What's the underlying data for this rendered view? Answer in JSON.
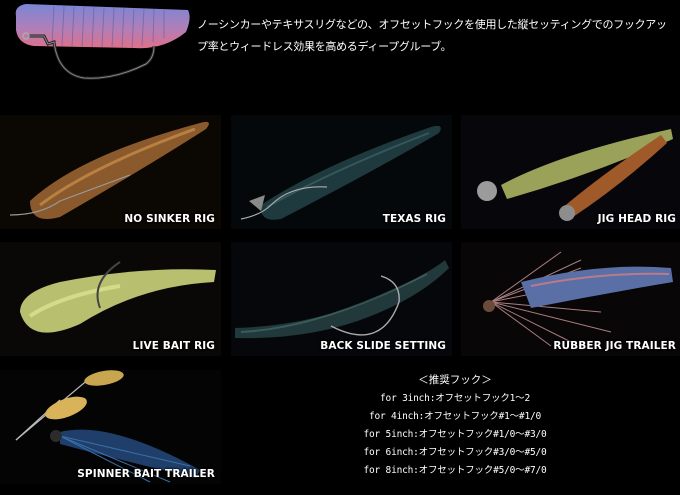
{
  "intro": {
    "text": "ノーシンカーやテキサスリグなどの、オフセットフックを使用した縦セッティングでのフックアップ率とウィードレス効果を高めるディープグルーブ。"
  },
  "rigs": [
    {
      "label": "NO SINKER RIG"
    },
    {
      "label": "TEXAS RIG"
    },
    {
      "label": "JIG HEAD RIG"
    },
    {
      "label": "LIVE BAIT RIG"
    },
    {
      "label": "BACK SLIDE SETTING"
    },
    {
      "label": "RUBBER JIG TRAILER"
    },
    {
      "label": "SPINNER BAIT TRAILER"
    }
  ],
  "hooks": {
    "title": "＜推奨フック＞",
    "lines": [
      "for 3inch:オフセットフック1～2",
      "for 4inch:オフセットフック#1～#1/0",
      "for 5inch:オフセットフック#1/0～#3/0",
      "for 6inch:オフセットフック#3/0～#5/0",
      "for 8inch:オフセットフック#5/0～#7/0"
    ]
  },
  "colors": {
    "background": "#000000",
    "text": "#ffffff",
    "lure_top": "#7b86d6",
    "lure_bottom": "#e0708a"
  }
}
